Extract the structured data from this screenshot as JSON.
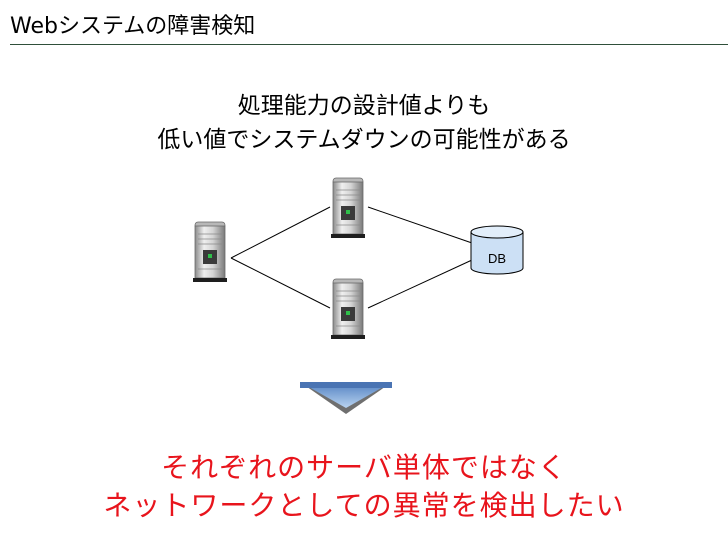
{
  "slide": {
    "title": "Webシステムの障害検知"
  },
  "problem": {
    "line1": "処理能力の設計値よりも",
    "line2": "低い値でシステムダウンの可能性がある"
  },
  "diagram": {
    "database_label": "DB",
    "icons": {
      "server": "server-icon",
      "database": "database-icon",
      "arrow": "down-triangle-arrow-icon"
    },
    "colors": {
      "arrow_fill": "#7ba3d6",
      "arrow_edge": "#6f6f6f",
      "db_fill": "#cce0f5"
    }
  },
  "conclusion": {
    "line1": "それぞれのサーバ単体ではなく",
    "line2": "ネットワークとしての異常を検出したい",
    "color": "#e8141c"
  }
}
